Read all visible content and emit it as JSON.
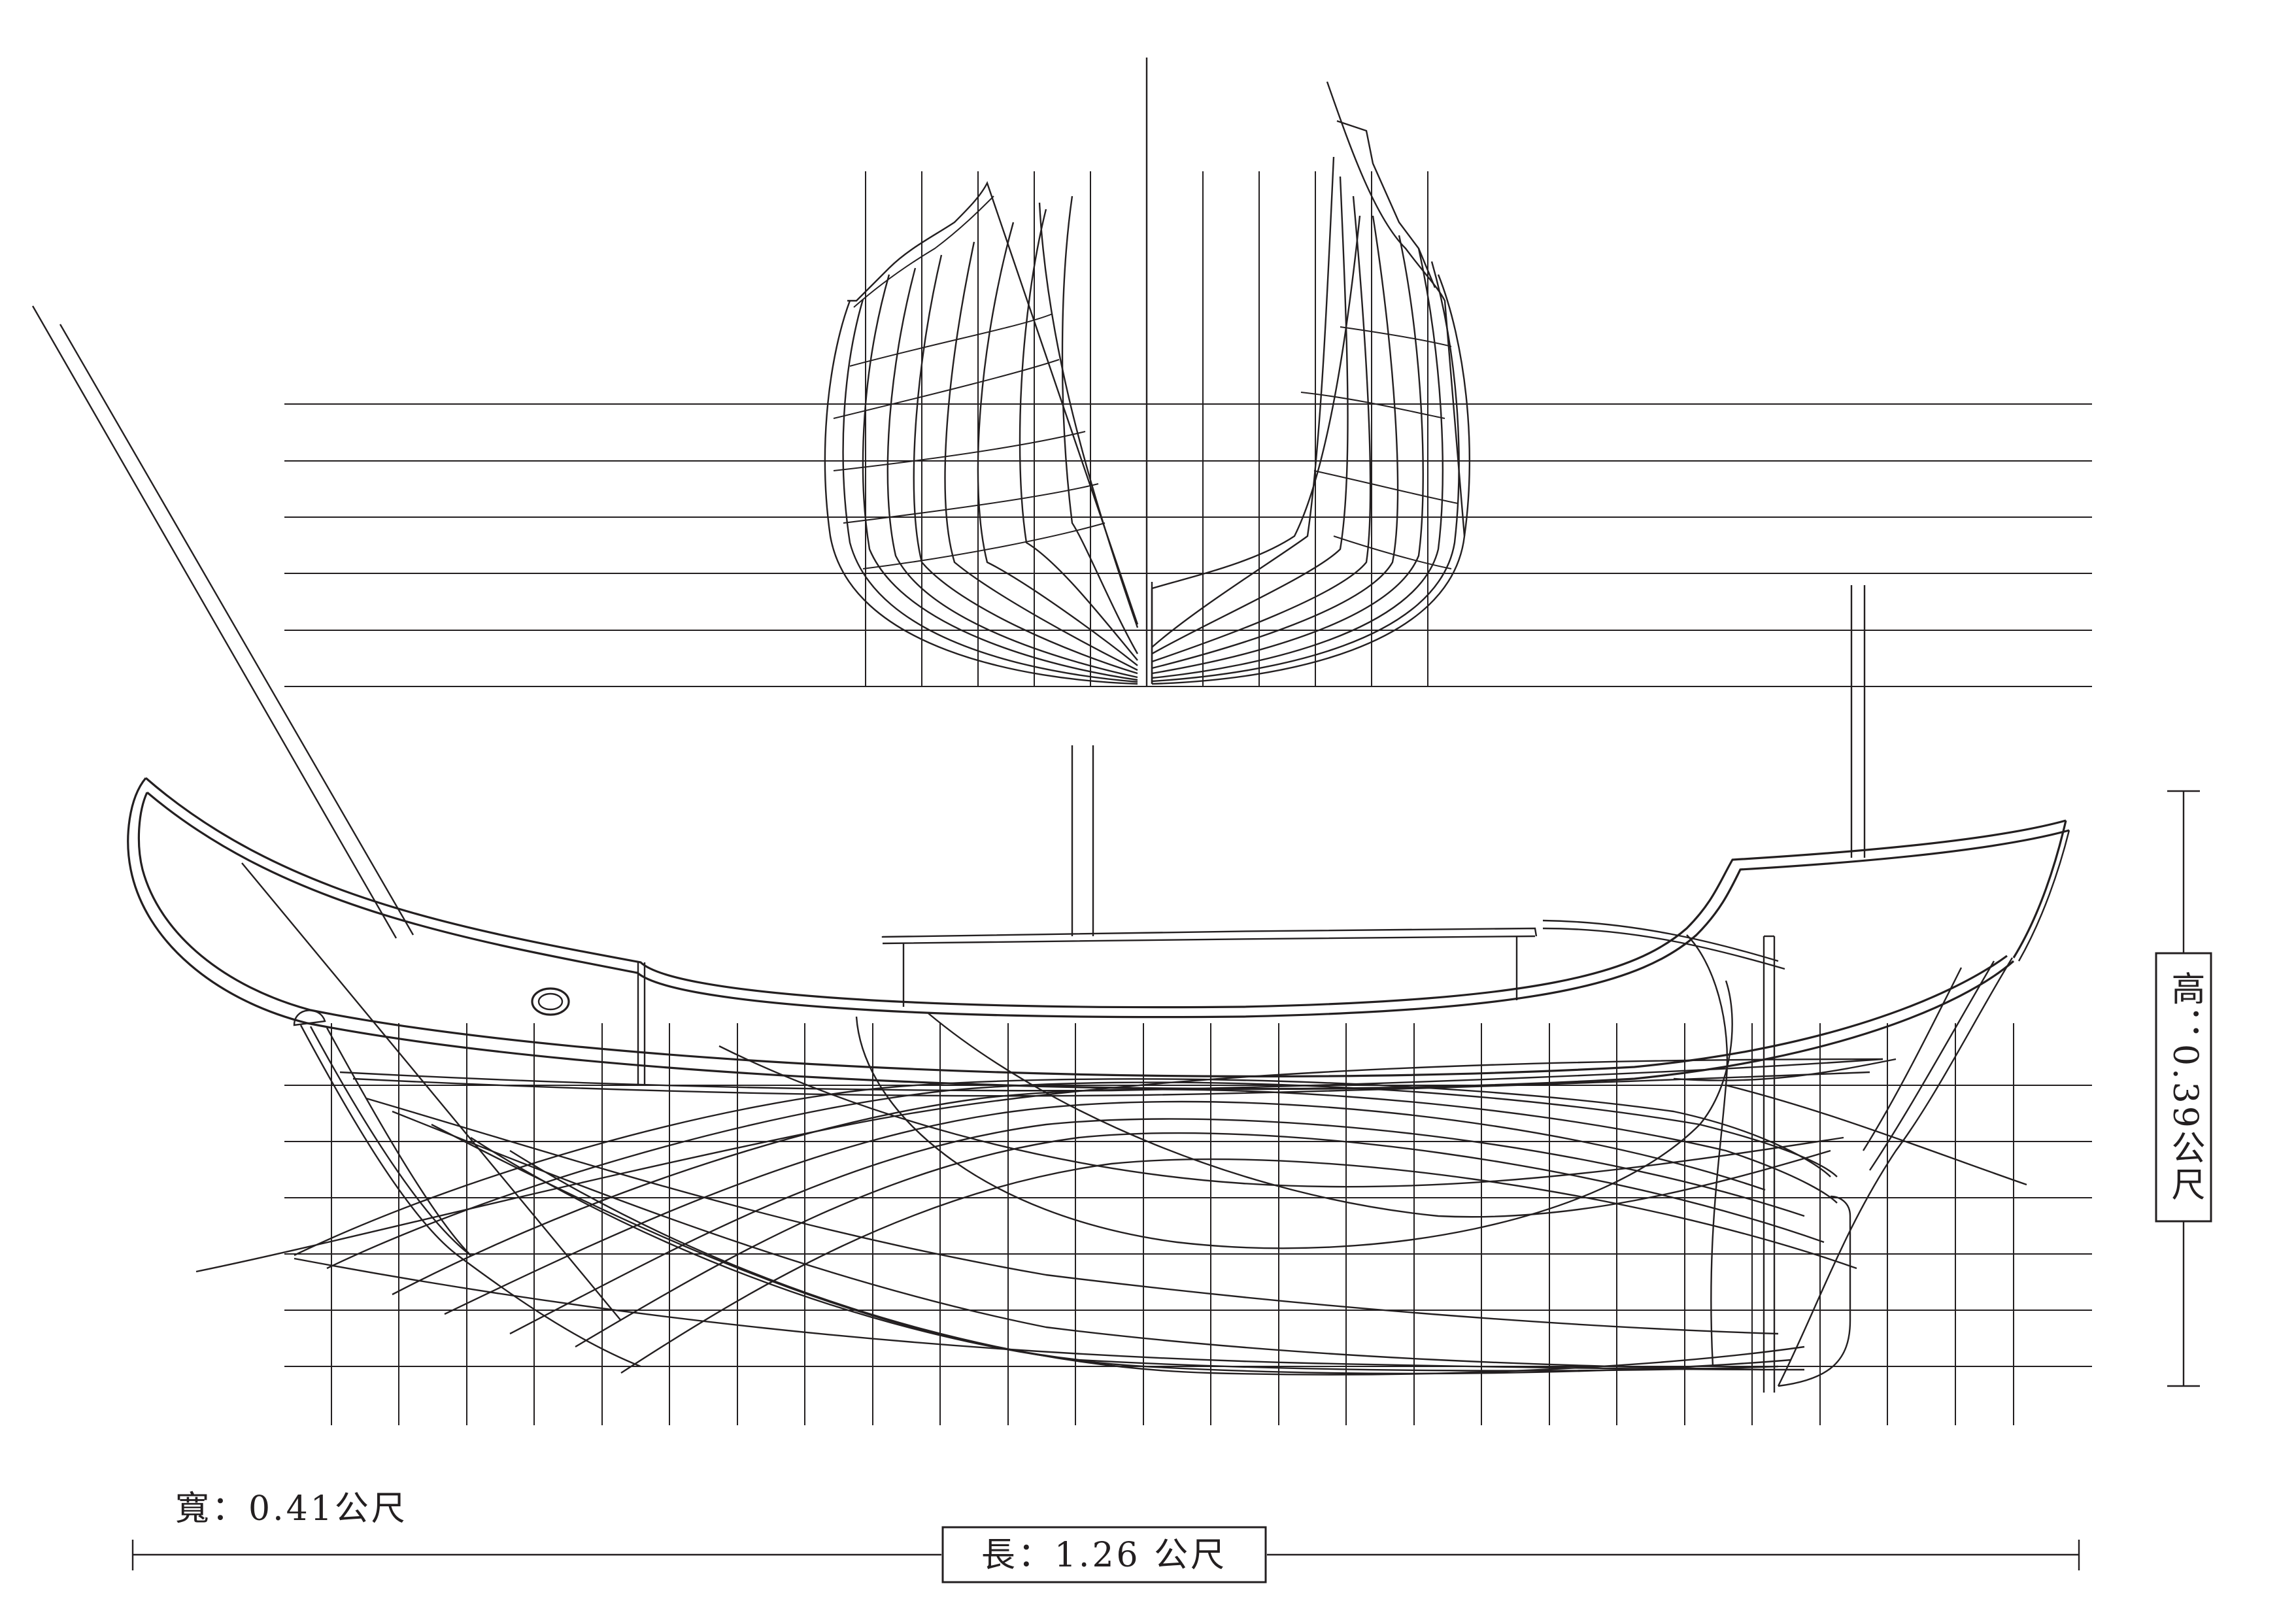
{
  "dimensions": {
    "length_label": "長：1.26 公尺",
    "width_label": "寬：0.41公尺",
    "height_label": "高：0.39公尺"
  }
}
